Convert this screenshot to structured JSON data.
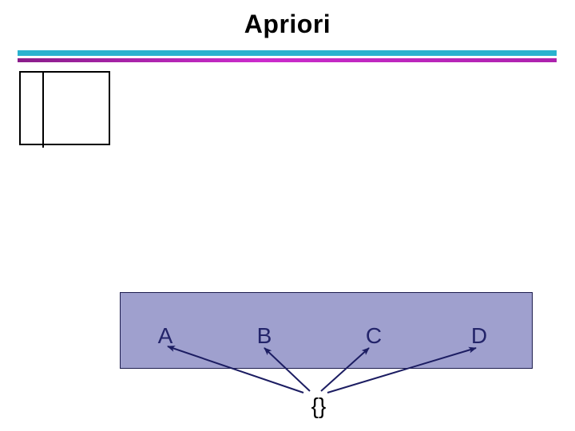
{
  "slide": {
    "title": "Apriori"
  },
  "diagram": {
    "root_label": "{}",
    "nodes": [
      {
        "label": "A"
      },
      {
        "label": "B"
      },
      {
        "label": "C"
      },
      {
        "label": "D"
      }
    ]
  },
  "colors": {
    "accent_cyan": "#2ab2cf",
    "magenta_left": "#8a1d8a",
    "magenta_mid": "#cc2bcc",
    "magenta_right": "#ad22ad",
    "panel_fill": "#9fa0ce",
    "panel_border": "#1c1c4e",
    "arrow_color": "#1c1d62",
    "node_label_color": "#23246a",
    "title_color": "#000000",
    "root_label_color": "#000000"
  }
}
